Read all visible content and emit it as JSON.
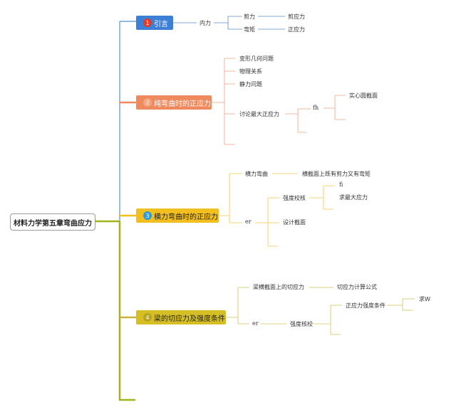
{
  "root": {
    "label": "材料力学第五章弯曲应力"
  },
  "colors": {
    "branch1": "#5a8fc9",
    "branch2": "#ef8a5e",
    "branch3": "#f2bf1f",
    "branch4": "#c8b43a",
    "trunk_lower": "#a3b51a"
  },
  "topics": [
    {
      "number": "1",
      "label": "引言",
      "badge_color": "#e23b2a",
      "children": [
        {
          "label": "内力",
          "children": [
            {
              "label": "剪力",
              "children": [
                {
                  "label": "剪应力"
                }
              ]
            },
            {
              "label": "弯矩",
              "children": [
                {
                  "label": "正应力"
                }
              ]
            }
          ]
        }
      ]
    },
    {
      "number": "2",
      "label": "纯弯曲时的正应力",
      "badge_color": "#f6a57f",
      "children": [
        {
          "label": "变形几何问题"
        },
        {
          "label": "物理关系"
        },
        {
          "label": "静力问题"
        },
        {
          "label": "讨论最大正应力",
          "children": [
            {
              "label": "fh",
              "children": [
                {
                  "label": "实心圆截面"
                },
                {
                  "label": ""
                }
              ]
            }
          ]
        },
        {
          "label": ""
        }
      ]
    },
    {
      "number": "3",
      "label": "横力弯曲时的正应力",
      "badge_color": "#2e9bd6",
      "children": [
        {
          "label": "横力弯曲",
          "children": [
            {
              "label": "横截面上既有剪力又有弯矩"
            }
          ]
        },
        {
          "label": "er",
          "children": [
            {
              "label": "强度校核",
              "children": [
                {
                  "label": "fi"
                },
                {
                  "label": "求最大应力"
                }
              ]
            },
            {
              "label": "设计截面"
            },
            {
              "label": ""
            }
          ]
        }
      ]
    },
    {
      "number": "4",
      "label": "梁的切应力及强度条件",
      "badge_color": "#b5a520",
      "children": [
        {
          "label": "梁横截面上的切应力",
          "children": [
            {
              "label": "切应力计算公式"
            }
          ]
        },
        {
          "label": "er",
          "children": [
            {
              "label": "强度核校",
              "children": [
                {
                  "label": "正应力强度条件",
                  "children": [
                    {
                      "label": "求W"
                    }
                  ]
                },
                {
                  "label": ""
                }
              ]
            }
          ]
        }
      ]
    }
  ]
}
